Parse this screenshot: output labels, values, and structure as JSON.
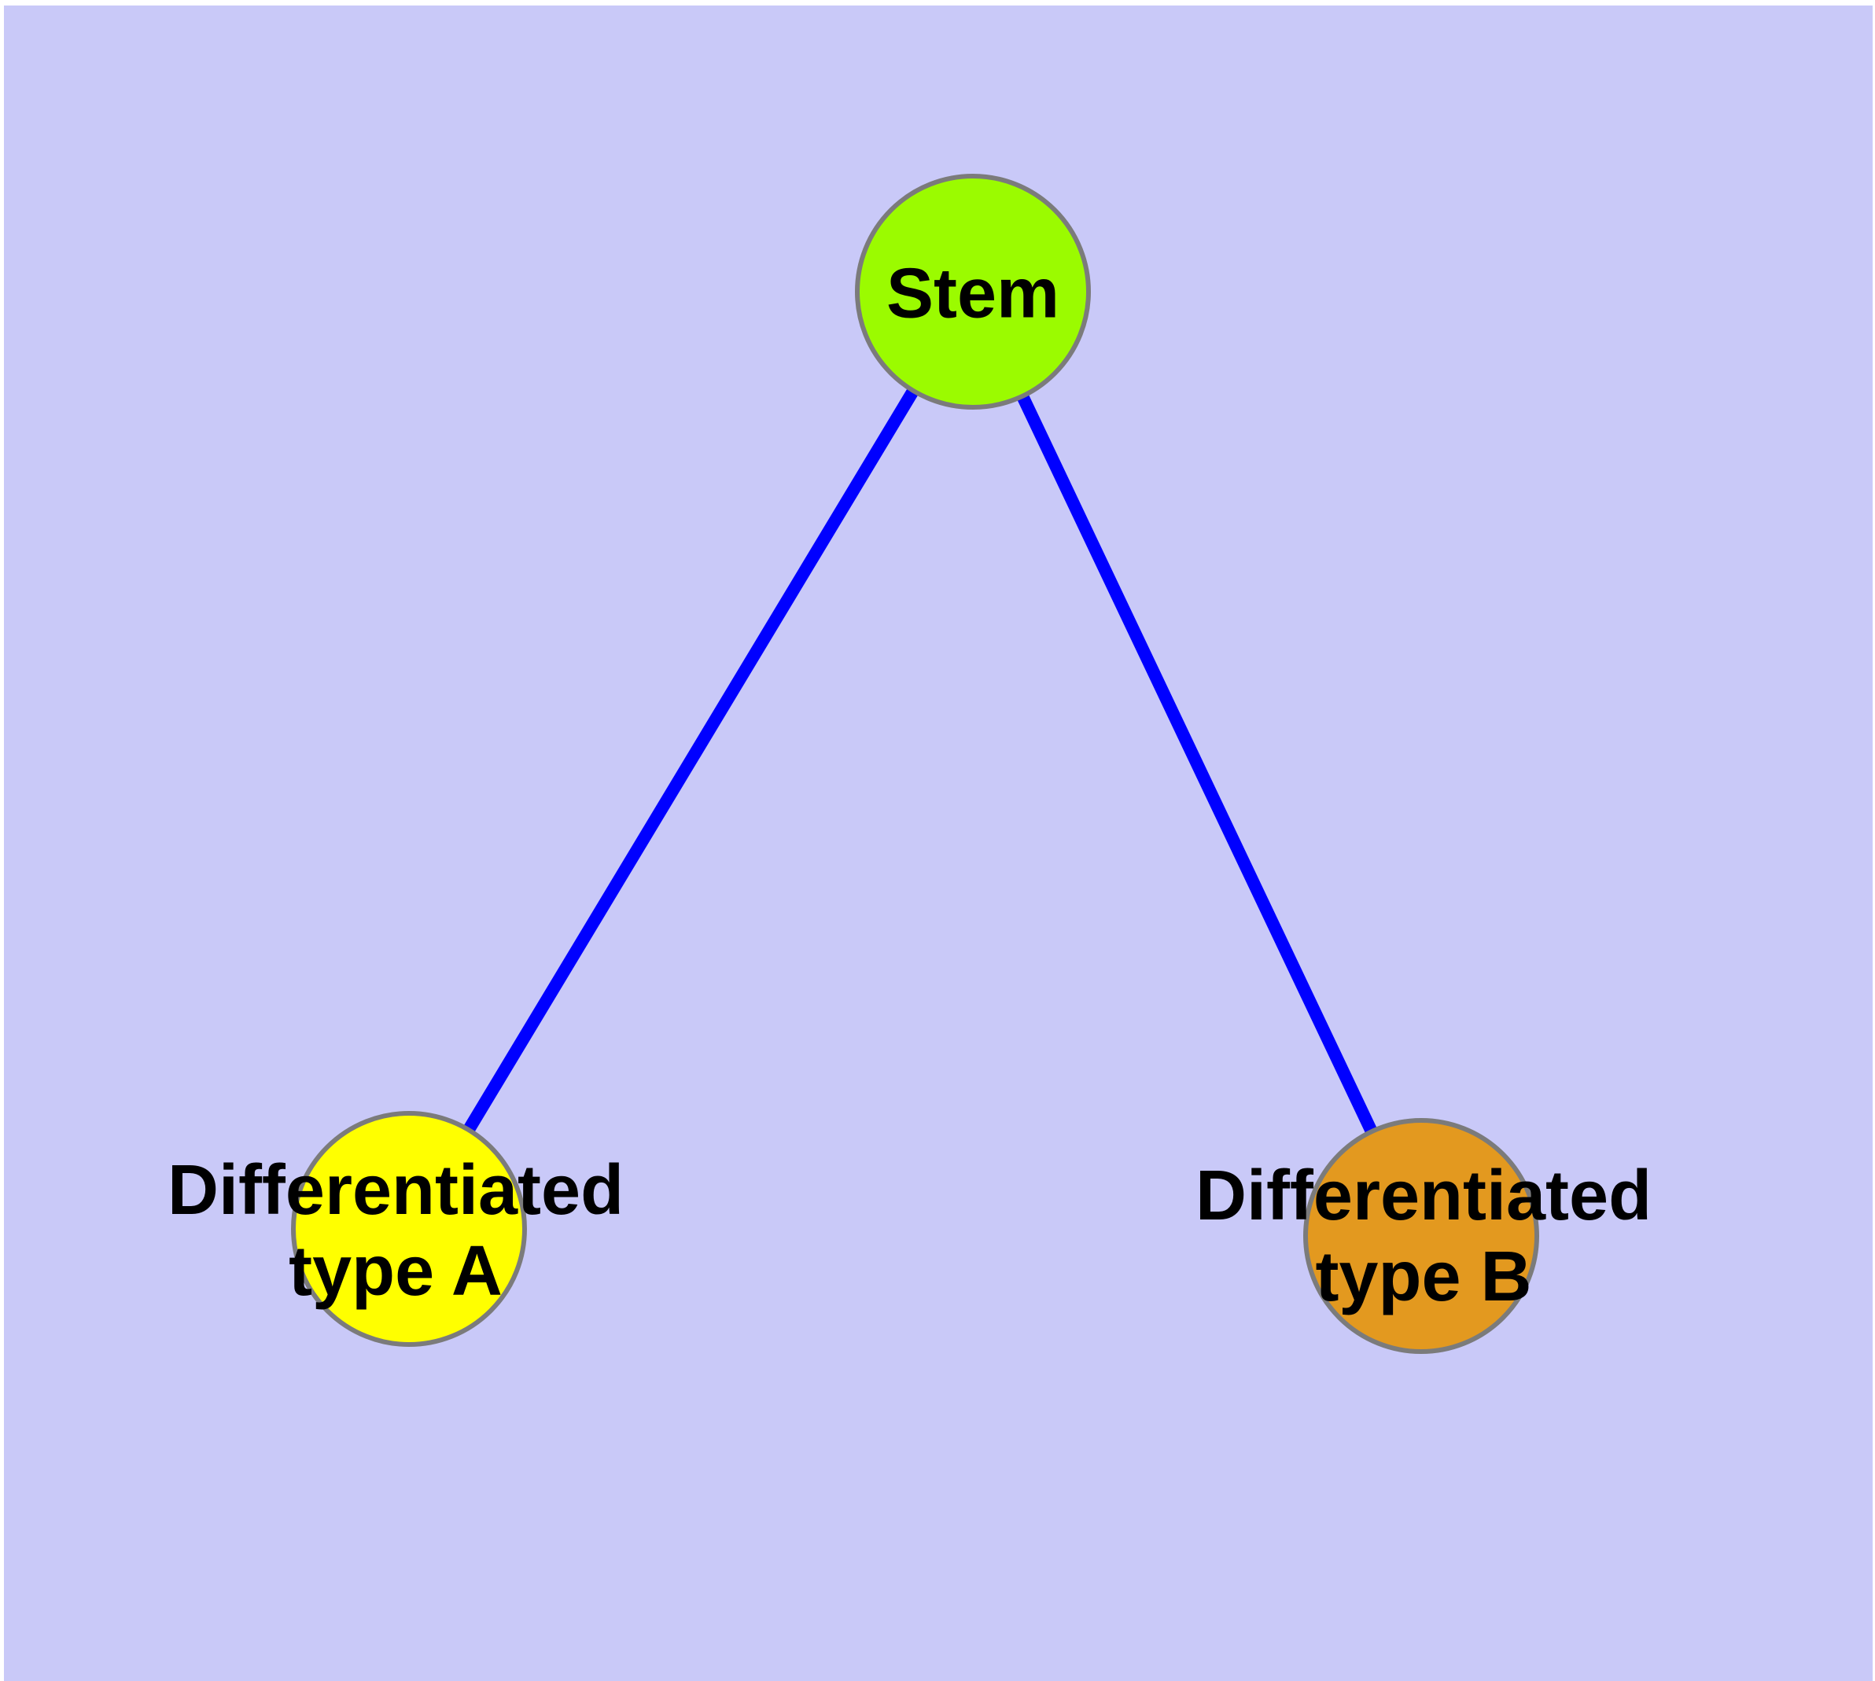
{
  "diagram": {
    "background_color": "#c9c9f8",
    "margin_color": "#ffffff",
    "node_border_color": "#7b7b7b",
    "nodes": [
      {
        "id": "stem",
        "label": "Stem",
        "fill_color": "#9bfb00",
        "border_color": "#7b7b7b"
      },
      {
        "id": "differentiated-type-a",
        "label": "Differentiated\ntype A",
        "fill_color": "#ffff00",
        "border_color": "#7b7b7b"
      },
      {
        "id": "differentiated-type-b",
        "label": "Differentiated\ntype B",
        "fill_color": "#e3991f",
        "border_color": "#7b7b7b"
      }
    ],
    "edges": [
      {
        "from": "stem",
        "to": "differentiated-type-a",
        "color": "#0000ff"
      },
      {
        "from": "stem",
        "to": "differentiated-type-b",
        "color": "#0000ff"
      }
    ]
  }
}
